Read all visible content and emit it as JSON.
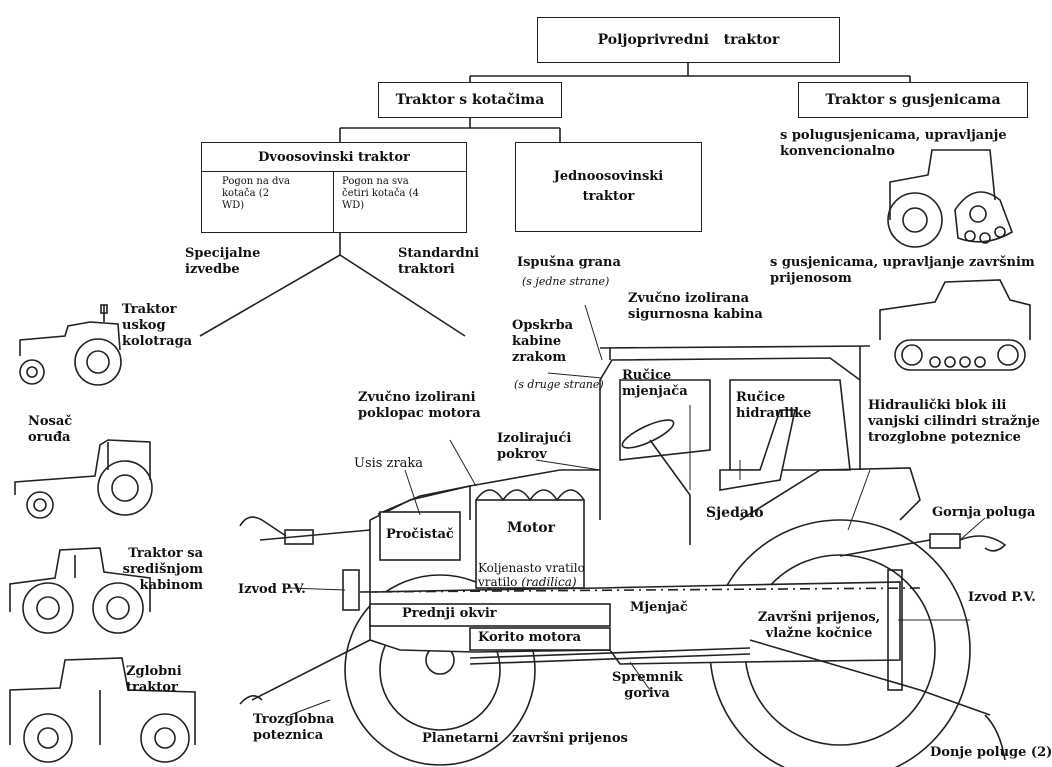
{
  "tree": {
    "root": "Poljoprivredni   traktor",
    "wheeled": "Traktor s kotačima",
    "tracked": "Traktor s gusjenicama",
    "two_axle": "Dvoosovinski traktor",
    "two_wd": "Pogon na dva kotača (2 WD)",
    "four_wd": "Pogon na sva četiri kotača (4 WD)",
    "single_axle": "Jednoosovinski traktor",
    "special": "Specijalne izvedbe",
    "standard": "Standardni traktori",
    "half_track": "s polugusjenicama, upravljanje konvencionalno",
    "full_track": "s gusjenicama, upravljanje završnim prijenosom"
  },
  "variants": {
    "narrow": "Traktor uskog kolotraga",
    "carrier": "Nosač oruđa",
    "center_cab": "Traktor sa središnjom kabinom",
    "articulated": "Zglobni traktor"
  },
  "parts": {
    "exhaust": "Ispušna grana",
    "exhaust_note": "(s jedne strane)",
    "cab": "Zvučno izolirana sigurnosna kabina",
    "air_supply": "Opskrba kabine zrakom",
    "air_supply_note": "(s druge strane)",
    "gear_levers": "Ručice mjenjača",
    "hyd_levers": "Ručice hidraulike",
    "hood": "Zvučno izolirani poklopac motora",
    "insulation": "Izolirajući pokrov",
    "air_intake": "Usis zraka",
    "hyd_block": "Hidraulički blok ili vanjski cilindri stražnje trozglobne poteznice",
    "filter": "Pročistač",
    "engine": "Motor",
    "seat": "Sjedalo",
    "top_link": "Gornja poluga",
    "crankshaft": "Koljenasto vratilo",
    "crankshaft_note": "(radilica)",
    "pto_front": "Izvod P.V.",
    "front_frame": "Prednji okvir",
    "gearbox": "Mjenjač",
    "pto_rear": "Izvod P.V.",
    "final_drive": "Završni prijenos, vlažne kočnice",
    "oil_pan": "Korito motora",
    "fuel_tank": "Spremnik goriva",
    "three_point": "Trozglobna poteznica",
    "planetary": "Planetarni   završni prijenos",
    "lower_links": "Donje poluge (2)"
  }
}
